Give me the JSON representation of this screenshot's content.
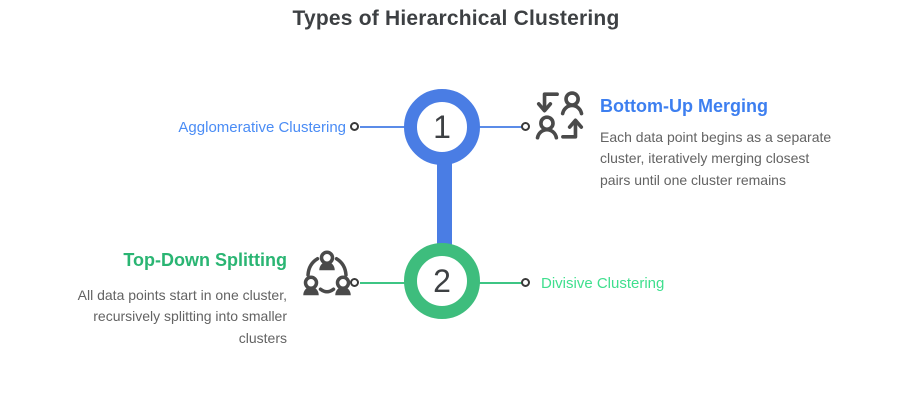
{
  "title": "Types of Hierarchical Clustering",
  "colors": {
    "blue_accent": "#4a7de4",
    "blue_line": "#5b8ce8",
    "blue_label": "#4a8cf5",
    "blue_heading": "#3d7ff0",
    "green_accent": "#3ebd7d",
    "green_line": "#3ec584",
    "green_label": "#3fdf8e",
    "green_heading": "#2ab573",
    "text_dark": "#3d4043",
    "text_body": "#636363",
    "icon_stroke": "#4a4a4a",
    "ring_stroke": "#3a3a3a"
  },
  "nodes": [
    {
      "number": "1",
      "side_label": "Agglomerative Clustering",
      "heading": "Bottom-Up Merging",
      "description": "Each data point begins as a separate cluster, iteratively merging closest pairs until one cluster remains",
      "icon": "people-swap-icon",
      "accent": "blue"
    },
    {
      "number": "2",
      "side_label": "Divisive Clustering",
      "heading": "Top-Down Splitting",
      "description": "All data points start in one cluster, recursively splitting into smaller clusters",
      "icon": "people-group-icon",
      "accent": "green"
    }
  ]
}
